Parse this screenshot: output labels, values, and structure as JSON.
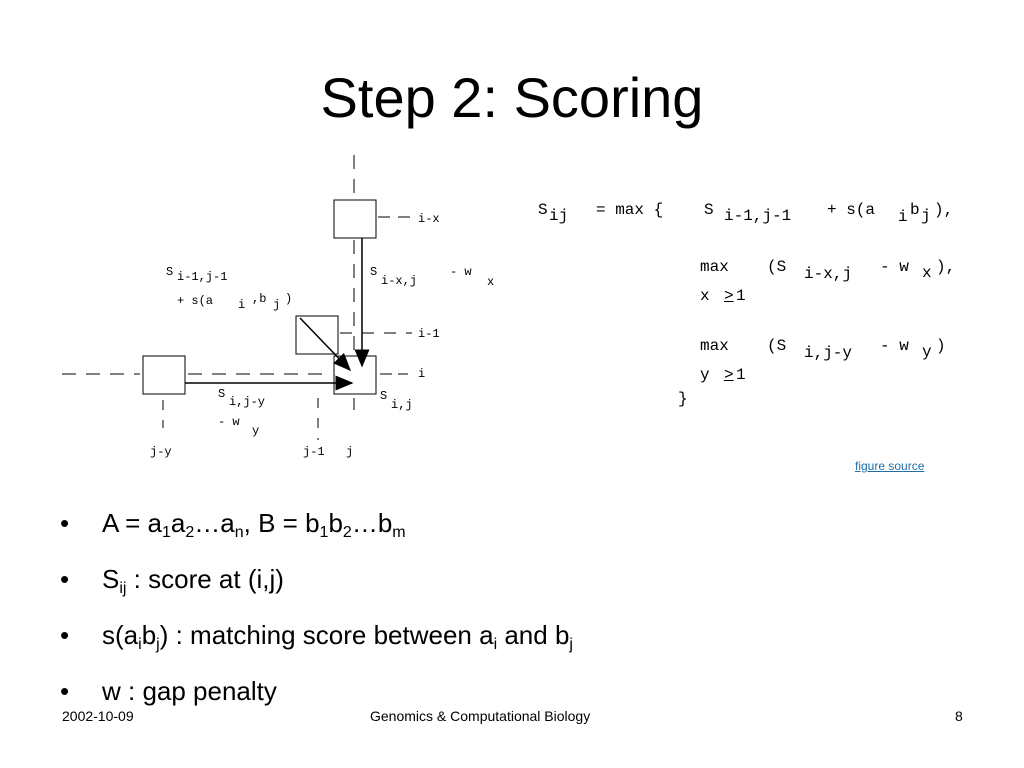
{
  "title": "Step 2: Scoring",
  "diagram": {
    "labels": {
      "i_x": "i-x",
      "s_diag_top": "S",
      "s_diag_sub": "i-1,j-1",
      "s_diag_plus": "+ s(a",
      "s_diag_i": "i",
      "s_diag_comma": ",b",
      "s_diag_j": "j",
      "s_diag_close": ")",
      "s_up": "S",
      "s_up_sub": "i-x,j",
      "w_up": "- w",
      "w_up_sub": "x",
      "i_1": "i-1",
      "i": "i",
      "s_left": "S",
      "s_left_sub": "i,j-y",
      "w_left": "- w",
      "w_left_sub": "y",
      "s_ij": "S",
      "s_ij_sub": "i,j",
      "j_y": "j-y",
      "j_1": "j-1",
      "j": "j"
    }
  },
  "formula": {
    "line1_a": "S",
    "line1_a_sub": "ij",
    "line1_b": "= max {",
    "line1_c": "S",
    "line1_c_sub": "i-1,j-1",
    "line1_d": "+ s(a",
    "line1_d_sub": "i",
    "line1_e": "b",
    "line1_e_sub": "j",
    "line1_f": "),",
    "line2_a": "max",
    "line2_b": "(S",
    "line2_b_sub": "i-x,j",
    "line2_c": "- w",
    "line2_c_sub": "x",
    "line2_d": "),",
    "line3": "x",
    "line3_ge": ">",
    "line3_one": "1",
    "line4_a": "max",
    "line4_b": "(S",
    "line4_b_sub": "i,j-y",
    "line4_c": "- w",
    "line4_c_sub": "y",
    "line4_d": ")",
    "line5": "y",
    "line5_ge": ">",
    "line5_one": "1",
    "close": "}"
  },
  "figure_source": "figure source",
  "bullets": {
    "b1": {
      "p1": "A = a",
      "s1": "1",
      "p2": "a",
      "s2": "2",
      "p3": "…a",
      "s3": "n",
      "p4": ", B = b",
      "s4": "1",
      "p5": "b",
      "s5": "2",
      "p6": "…b",
      "s6": "m"
    },
    "b2": {
      "p1": "S",
      "s1": "ij",
      "p2": " : score at (i,j)"
    },
    "b3": {
      "p1": "s(a",
      "s1": "i",
      "p2": "b",
      "s2": "j",
      "p3": ") : matching score between a",
      "s3": "i",
      "p4": " and b",
      "s4": "j"
    },
    "b4": {
      "p1": "w : gap penalty"
    },
    "marker": "•"
  },
  "footer": {
    "date": "2002-10-09",
    "course": "Genomics & Computational Biology",
    "page": "8"
  }
}
